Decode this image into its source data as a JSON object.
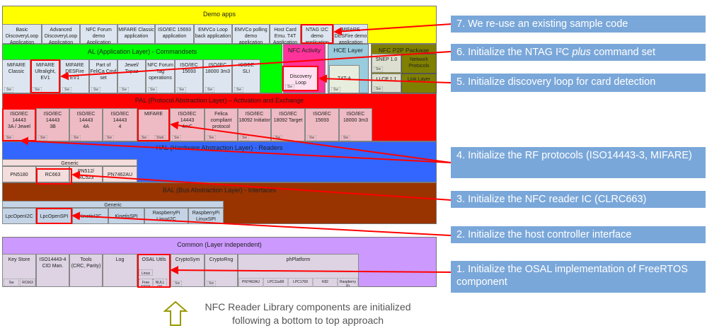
{
  "layers": {
    "demo": {
      "title": "Demo apps",
      "color": "#ffff00",
      "items": [
        "Basic\nDiscoveryLoop\nApplication",
        "Advanced\nDiscoveryLoop\nApplication",
        "NFC Forum\ndemo\nApplication",
        "MIFARE Classic\napplication",
        "ISO/IEC 15693\napplication",
        "EMVCo Loop\nback application",
        "EMVCo polling\ndemo\napplication",
        "Host Card\nEmu. T4T\nApplication",
        "NTAG I2C\ndemo\napplication",
        "MIFARE\nDESFire demo\napplication"
      ]
    },
    "al": {
      "title": "AL (Application Layer) - Commandsets",
      "color": "#00ff00",
      "items": [
        "MIFARE\nClassic",
        "MIFARE\nUltralight,\nEV1",
        "MIFARE\nDESFire\nEV1",
        "Part of\nFeliCa Cmd\nset",
        "Jewel/\nTopaz",
        "NFC Forum\nTag\noperations",
        "ISO/IEC\n15693",
        "ISO/IEC\n18000 3m3",
        "ICODE\nSLI"
      ]
    },
    "nfc_activity": {
      "title": "NFC Activity",
      "color": "#ff3399",
      "item": "Discovery\nLoop"
    },
    "hce": {
      "title": "HCE Layer",
      "color": "#99ccdd",
      "item": "T4T-A"
    },
    "p2p": {
      "title": "NFC P2P Package",
      "color": "#808000",
      "items": [
        "SNEP 1.0",
        "LLCP 1.1"
      ],
      "side": [
        "Network\nProtocols",
        "Link Layer"
      ]
    },
    "pal": {
      "title": "PAL (Protocol Abstraction Layer) – Activation  and Exchange",
      "color": "#ff0000",
      "items": [
        "ISO/IEC\n14443\n3A / Jewel",
        "ISO/IEC\n14443\n3B",
        "ISO/IEC\n14443\n4A",
        "ISO/IEC\n14443\n4",
        "MIFARE",
        "ISO/IEC\n14443\n4mC",
        "Felica\ncompliant\nprotocol",
        "ISO/IEC\n18092 Initiator",
        "ISO/IEC\n18092 Target",
        "ISO/IEC\n15693",
        "ISO/IEC\n18000 3m3"
      ]
    },
    "hal": {
      "title": "HAL (Hardware Abstraction Layer) - Readers",
      "color": "#3366ff",
      "generic": "Generic",
      "items": [
        "PN5180",
        "RC663",
        "PN512/\nRC523",
        "PN7462AU"
      ]
    },
    "bal": {
      "title": "BAL (Bus Abstraction Layer) - Interfaces",
      "color": "#993300",
      "generic": "Generic",
      "items": [
        "LpcOpenI2C",
        "LpcOpenSPI",
        "KinetisI2C",
        "KinetisSPI",
        "RaspberryPi\nLinuxI2C",
        "RaspberryPi\nLinuxSPI"
      ]
    },
    "common": {
      "title": "Common (Layer independent)",
      "color": "#cc99ff",
      "items": [
        "Key Store",
        "ISO14443-4\nCID Man.",
        "Tools\n(CRC, Parity)",
        "Log",
        "OSAL Utils",
        "CryptoSym",
        "CryptoRng",
        "phPlatform"
      ],
      "key_store_sub": [
        "Sw",
        "RC663"
      ],
      "osal_sub": [
        "Linux",
        "Free\nRTOS",
        "NULL\nOS"
      ],
      "platform_sub": [
        "PN7462AU",
        "LPC11u68",
        "LPC1769",
        "K82",
        "Raspberry\nPi"
      ]
    },
    "sw_tag": "Sw",
    "stub_tag": "Stub"
  },
  "callouts": [
    "7. We re-use an existing sample code",
    "6. Initialize the NTAG I²C plus command set",
    "5. Initialize discovery loop for card detection",
    "4. Initialize the RF protocols (ISO14443-3, MIFARE)",
    "3. Initialize the NFC reader IC (CLRC663)",
    "2. Initialize the host controller interface",
    "1. Initialize the OSAL implementation of FreeRTOS component"
  ],
  "note": "NFC Reader Library components are initialized following a bottom to top approach",
  "colors": {
    "highlight": "#ff0000",
    "callout": "#7aa7d9",
    "arrow_up": "#999900"
  }
}
